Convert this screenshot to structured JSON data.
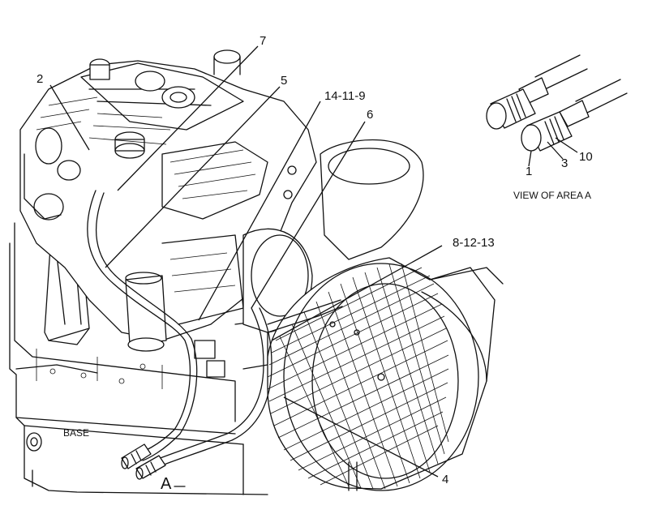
{
  "callouts": {
    "c7": "7",
    "c2": "2",
    "c5": "5",
    "c14_11_9": "14-11-9",
    "c6": "6",
    "c8_12_13": "8-12-13",
    "c4": "4",
    "detail_1": "1",
    "detail_3": "3",
    "detail_10": "10"
  },
  "labels": {
    "view_of_area": "VIEW OF AREA A",
    "base": "BASE",
    "area_marker": "A"
  }
}
